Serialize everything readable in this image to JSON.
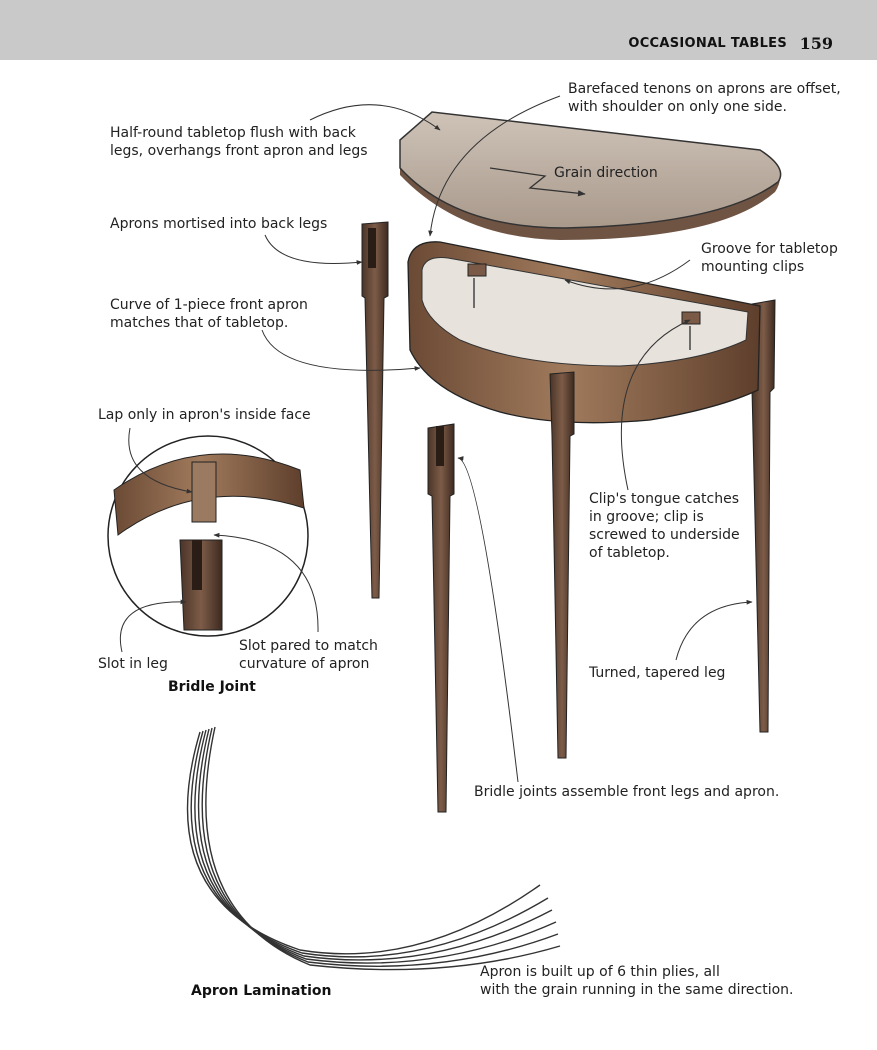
{
  "header": {
    "section_title": "OCCASIONAL TABLES",
    "page_number": "159"
  },
  "labels": {
    "tenons": "Barefaced tenons on aprons are offset,\nwith shoulder on only one side.",
    "tabletop": "Half-round tabletop flush with back\nlegs, overhangs front apron and legs",
    "grain": "Grain direction",
    "aprons_mortised": "Aprons mortised into back legs",
    "groove": "Groove for tabletop\nmounting clips",
    "curve": "Curve of 1-piece front apron\nmatches that of tabletop.",
    "lap": "Lap only in apron's inside face",
    "clip": "Clip's tongue catches\nin groove; clip is\nscrewed to underside\nof tabletop.",
    "slot_pared": "Slot pared to match\ncurvature of apron",
    "slot_in_leg": "Slot in leg",
    "turned_leg": "Turned, tapered leg",
    "bridle_assemble": "Bridle joints assemble front legs and apron.",
    "plies": "Apron is built up of 6 thin plies, all\nwith the grain running in the same direction."
  },
  "captions": {
    "bridle_joint": "Bridle Joint",
    "apron_lamination": "Apron Lamination"
  }
}
